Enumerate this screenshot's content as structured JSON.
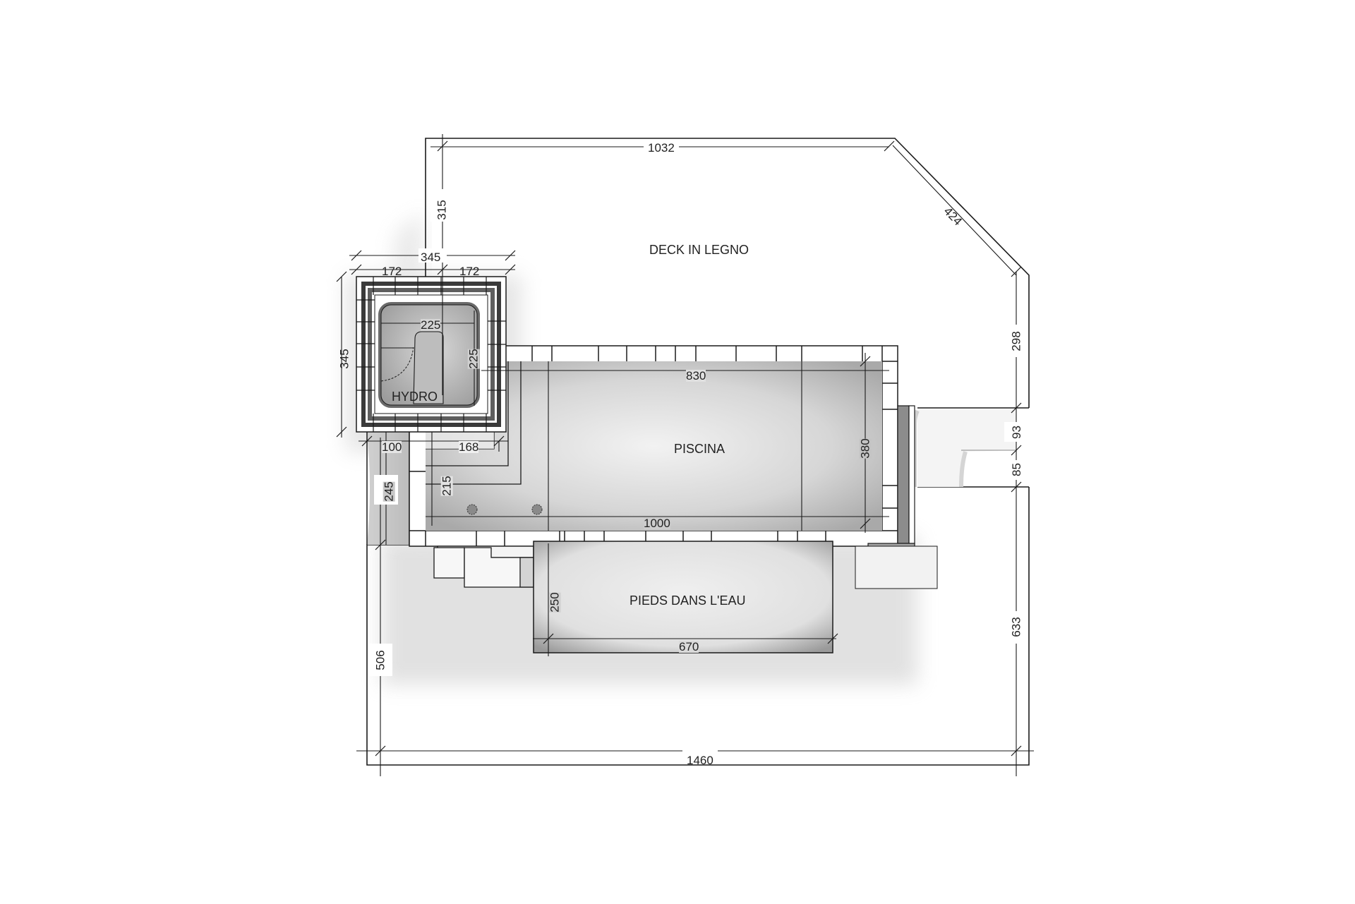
{
  "drawing": {
    "type": "architectural-floor-plan",
    "units": "cm",
    "zones": {
      "deck": "DECK IN LEGNO",
      "pool": "PISCINA",
      "hydro": "HYDRO",
      "ledge": "PIEDS DANS L'EAU"
    },
    "dimensions": {
      "deck_top_width": "1032",
      "deck_diagonal": "424",
      "deck_top_left_height": "315",
      "deck_right_upper_height": "298",
      "right_notch_upper": "93",
      "right_notch_lower": "85",
      "deck_right_lower_height": "633",
      "deck_left_lower_height": "506",
      "deck_bottom_width": "1460",
      "hydro_outer_width": "345",
      "hydro_half_left": "172",
      "hydro_half_right": "172",
      "hydro_outer_height": "345",
      "hydro_inner_width": "225",
      "hydro_inner_height": "225",
      "hydro_gap_left": "100",
      "hydro_gap_right": "168",
      "left_strip_height": "245",
      "steps_height": "215",
      "pool_inner_width": "830",
      "pool_outer_width": "1000",
      "pool_width": "380",
      "ledge_width": "670",
      "ledge_depth": "250"
    },
    "colors": {
      "line": "#1a1a1a",
      "water_light": "#ececec",
      "water_dark": "#a8a8a8",
      "coping": "#ffffff",
      "dark_band": "#6e6e6e"
    }
  }
}
